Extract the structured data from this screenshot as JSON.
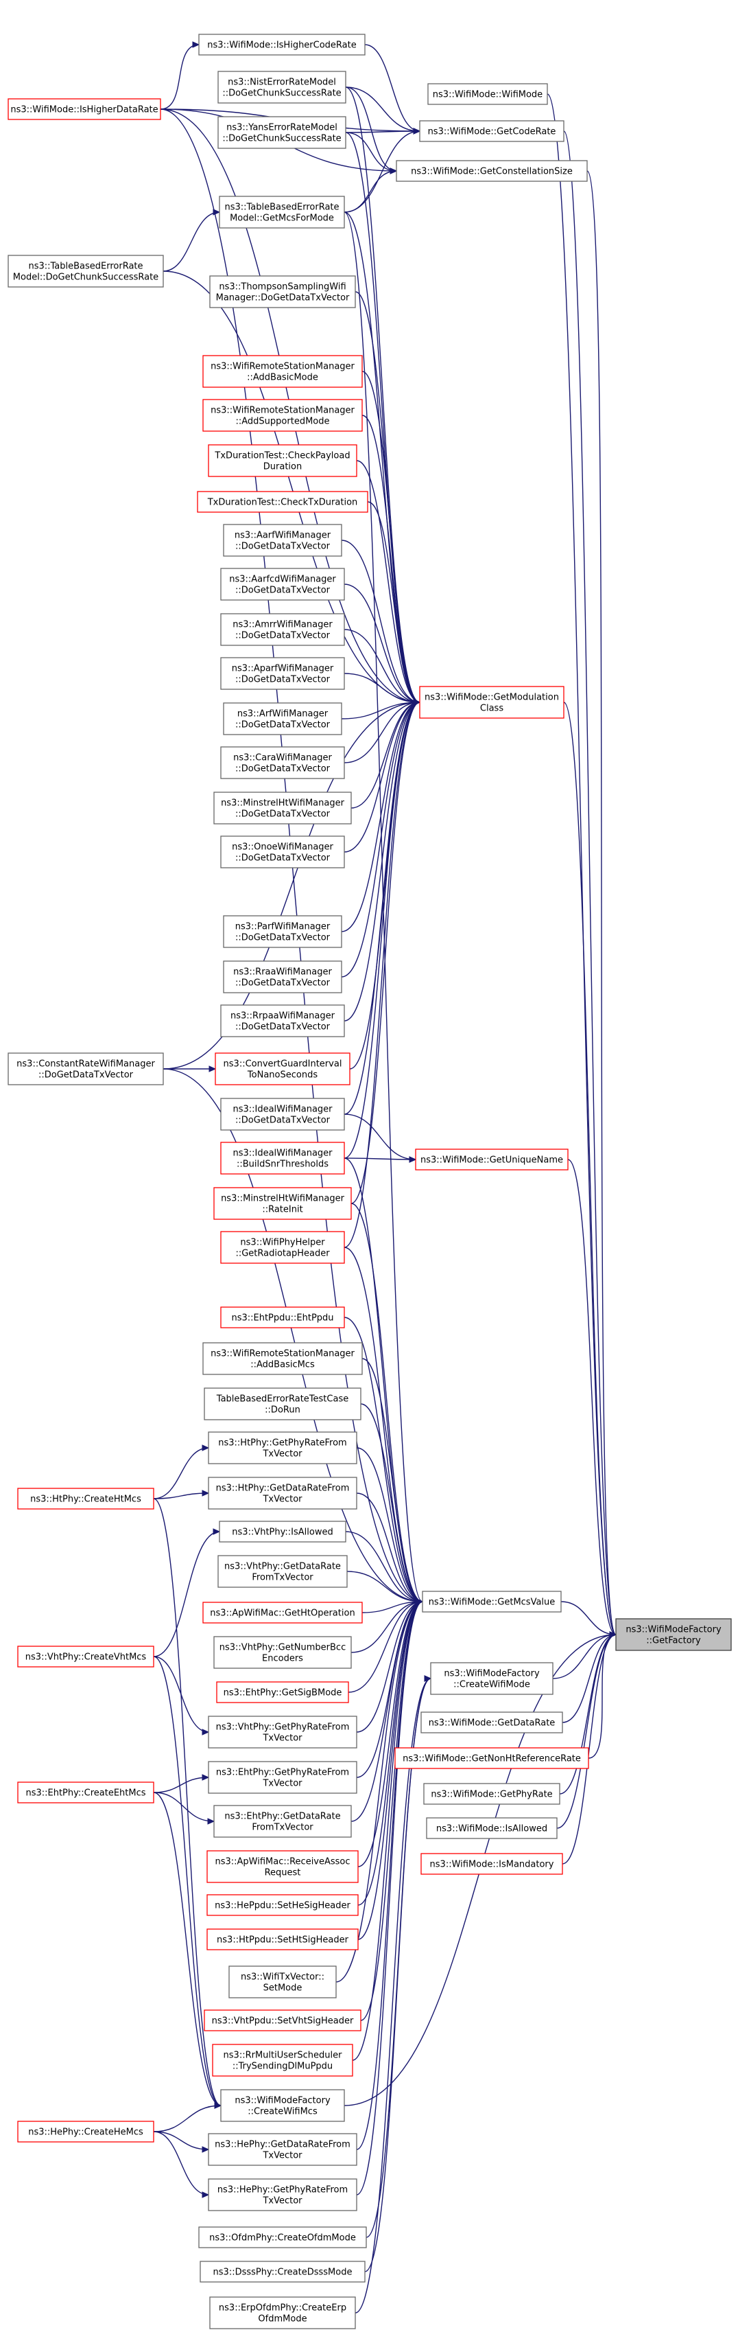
{
  "diagram": {
    "title": "",
    "nodes": [
      {
        "id": "isHigherDataRate",
        "lines": [
          "ns3::WifiMode::IsHigherDataRate"
        ],
        "border": "red"
      },
      {
        "id": "isHigherCodeRate",
        "lines": [
          "ns3::WifiMode::IsHigherCodeRate"
        ],
        "border": "black"
      },
      {
        "id": "nistDoGetChunk",
        "lines": [
          "ns3::NistErrorRateModel",
          "::DoGetChunkSuccessRate"
        ],
        "border": "black"
      },
      {
        "id": "yansDoGetChunk",
        "lines": [
          "ns3::YansErrorRateModel",
          "::DoGetChunkSuccessRate"
        ],
        "border": "black"
      },
      {
        "id": "tableGetMcsForMode",
        "lines": [
          "ns3::TableBasedErrorRate",
          "Model::GetMcsForMode"
        ],
        "border": "black"
      },
      {
        "id": "tableDoGetChunk",
        "lines": [
          "ns3::TableBasedErrorRate",
          "Model::DoGetChunkSuccessRate"
        ],
        "border": "black"
      },
      {
        "id": "thompsonDoGetData",
        "lines": [
          "ns3::ThompsonSamplingWifi",
          "Manager::DoGetDataTxVector"
        ],
        "border": "black"
      },
      {
        "id": "addBasicMode",
        "lines": [
          "ns3::WifiRemoteStationManager",
          "::AddBasicMode"
        ],
        "border": "red"
      },
      {
        "id": "addSupportedMode",
        "lines": [
          "ns3::WifiRemoteStationManager",
          "::AddSupportedMode"
        ],
        "border": "red"
      },
      {
        "id": "checkPayloadDuration",
        "lines": [
          "TxDurationTest::CheckPayload",
          "Duration"
        ],
        "border": "red"
      },
      {
        "id": "checkTxDuration",
        "lines": [
          "TxDurationTest::CheckTxDuration"
        ],
        "border": "red"
      },
      {
        "id": "aarf",
        "lines": [
          "ns3::AarfWifiManager",
          "::DoGetDataTxVector"
        ],
        "border": "black"
      },
      {
        "id": "aarfcd",
        "lines": [
          "ns3::AarfcdWifiManager",
          "::DoGetDataTxVector"
        ],
        "border": "black"
      },
      {
        "id": "amrr",
        "lines": [
          "ns3::AmrrWifiManager",
          "::DoGetDataTxVector"
        ],
        "border": "black"
      },
      {
        "id": "aparf",
        "lines": [
          "ns3::AparfWifiManager",
          "::DoGetDataTxVector"
        ],
        "border": "black"
      },
      {
        "id": "arf",
        "lines": [
          "ns3::ArfWifiManager",
          "::DoGetDataTxVector"
        ],
        "border": "black"
      },
      {
        "id": "cara",
        "lines": [
          "ns3::CaraWifiManager",
          "::DoGetDataTxVector"
        ],
        "border": "black"
      },
      {
        "id": "minstrelHt",
        "lines": [
          "ns3::MinstrelHtWifiManager",
          "::DoGetDataTxVector"
        ],
        "border": "black"
      },
      {
        "id": "onoe",
        "lines": [
          "ns3::OnoeWifiManager",
          "::DoGetDataTxVector"
        ],
        "border": "black"
      },
      {
        "id": "parf",
        "lines": [
          "ns3::ParfWifiManager",
          "::DoGetDataTxVector"
        ],
        "border": "black"
      },
      {
        "id": "rraa",
        "lines": [
          "ns3::RraaWifiManager",
          "::DoGetDataTxVector"
        ],
        "border": "black"
      },
      {
        "id": "rrpaa",
        "lines": [
          "ns3::RrpaaWifiManager",
          "::DoGetDataTxVector"
        ],
        "border": "black"
      },
      {
        "id": "constantRate",
        "lines": [
          "ns3::ConstantRateWifiManager",
          "::DoGetDataTxVector"
        ],
        "border": "black"
      },
      {
        "id": "convertGuard",
        "lines": [
          "ns3::ConvertGuardInterval",
          "ToNanoSeconds"
        ],
        "border": "red"
      },
      {
        "id": "idealDoGetData",
        "lines": [
          "ns3::IdealWifiManager",
          "::DoGetDataTxVector"
        ],
        "border": "black"
      },
      {
        "id": "idealBuildSnr",
        "lines": [
          "ns3::IdealWifiManager",
          "::BuildSnrThresholds"
        ],
        "border": "red"
      },
      {
        "id": "minstrelHtRateInit",
        "lines": [
          "ns3::MinstrelHtWifiManager",
          "::RateInit"
        ],
        "border": "red"
      },
      {
        "id": "radiotap",
        "lines": [
          "ns3::WifiPhyHelper",
          "::GetRadiotapHeader"
        ],
        "border": "red"
      },
      {
        "id": "ehtPpdu",
        "lines": [
          "ns3::EhtPpdu::EhtPpdu"
        ],
        "border": "red"
      },
      {
        "id": "addBasicMcs",
        "lines": [
          "ns3::WifiRemoteStationManager",
          "::AddBasicMcs"
        ],
        "border": "black"
      },
      {
        "id": "tableTestDoRun",
        "lines": [
          "TableBasedErrorRateTestCase",
          "::DoRun"
        ],
        "border": "black"
      },
      {
        "id": "htGetPhyRate",
        "lines": [
          "ns3::HtPhy::GetPhyRateFrom",
          "TxVector"
        ],
        "border": "black"
      },
      {
        "id": "htGetDataRate",
        "lines": [
          "ns3::HtPhy::GetDataRateFrom",
          "TxVector"
        ],
        "border": "black"
      },
      {
        "id": "htCreateHtMcs",
        "lines": [
          "ns3::HtPhy::CreateHtMcs"
        ],
        "border": "red"
      },
      {
        "id": "vhtIsAllowed",
        "lines": [
          "ns3::VhtPhy::IsAllowed"
        ],
        "border": "black"
      },
      {
        "id": "vhtGetDataRate",
        "lines": [
          "ns3::VhtPhy::GetDataRate",
          "FromTxVector"
        ],
        "border": "black"
      },
      {
        "id": "apGetHtOp",
        "lines": [
          "ns3::ApWifiMac::GetHtOperation"
        ],
        "border": "red"
      },
      {
        "id": "vhtGetNumberBcc",
        "lines": [
          "ns3::VhtPhy::GetNumberBcc",
          "Encoders"
        ],
        "border": "black"
      },
      {
        "id": "vhtCreateVhtMcs",
        "lines": [
          "ns3::VhtPhy::CreateVhtMcs"
        ],
        "border": "red"
      },
      {
        "id": "ehtGetSigBMode",
        "lines": [
          "ns3::EhtPhy::GetSigBMode"
        ],
        "border": "red"
      },
      {
        "id": "vhtGetPhyRate",
        "lines": [
          "ns3::VhtPhy::GetPhyRateFrom",
          "TxVector"
        ],
        "border": "black"
      },
      {
        "id": "ehtGetPhyRate",
        "lines": [
          "ns3::EhtPhy::GetPhyRateFrom",
          "TxVector"
        ],
        "border": "black"
      },
      {
        "id": "ehtCreateEhtMcs",
        "lines": [
          "ns3::EhtPhy::CreateEhtMcs"
        ],
        "border": "red"
      },
      {
        "id": "ehtGetDataRate",
        "lines": [
          "ns3::EhtPhy::GetDataRate",
          "FromTxVector"
        ],
        "border": "black"
      },
      {
        "id": "apReceiveAssoc",
        "lines": [
          "ns3::ApWifiMac::ReceiveAssoc",
          "Request"
        ],
        "border": "red"
      },
      {
        "id": "heSetHeSig",
        "lines": [
          "ns3::HePpdu::SetHeSigHeader"
        ],
        "border": "red"
      },
      {
        "id": "htSetHtSig",
        "lines": [
          "ns3::HtPpdu::SetHtSigHeader"
        ],
        "border": "red"
      },
      {
        "id": "txVectorSetMode",
        "lines": [
          "ns3::WifiTxVector::",
          "SetMode"
        ],
        "border": "black"
      },
      {
        "id": "vhtSetVhtSig",
        "lines": [
          "ns3::VhtPpdu::SetVhtSigHeader"
        ],
        "border": "red"
      },
      {
        "id": "rrTrySending",
        "lines": [
          "ns3::RrMultiUserScheduler",
          "::TrySendingDlMuPpdu"
        ],
        "border": "red"
      },
      {
        "id": "createWifiMcs",
        "lines": [
          "ns3::WifiModeFactory",
          "::CreateWifiMcs"
        ],
        "border": "black"
      },
      {
        "id": "heCreateHeMcs",
        "lines": [
          "ns3::HePhy::CreateHeMcs"
        ],
        "border": "red"
      },
      {
        "id": "heGetDataRate",
        "lines": [
          "ns3::HePhy::GetDataRateFrom",
          "TxVector"
        ],
        "border": "black"
      },
      {
        "id": "heGetPhyRate",
        "lines": [
          "ns3::HePhy::GetPhyRateFrom",
          "TxVector"
        ],
        "border": "black"
      },
      {
        "id": "ofdmCreateOfdmMode",
        "lines": [
          "ns3::OfdmPhy::CreateOfdmMode"
        ],
        "border": "black"
      },
      {
        "id": "dsssCreateDsssMode",
        "lines": [
          "ns3::DsssPhy::CreateDsssMode"
        ],
        "border": "black"
      },
      {
        "id": "erpCreateErpOfdm",
        "lines": [
          "ns3::ErpOfdmPhy::CreateErp",
          "OfdmMode"
        ],
        "border": "black"
      },
      {
        "id": "wifiModeWifiMode",
        "lines": [
          "ns3::WifiMode::WifiMode"
        ],
        "border": "black"
      },
      {
        "id": "getCodeRate",
        "lines": [
          "ns3::WifiMode::GetCodeRate"
        ],
        "border": "black"
      },
      {
        "id": "getConstellationSize",
        "lines": [
          "ns3::WifiMode::GetConstellationSize"
        ],
        "border": "black"
      },
      {
        "id": "getModulationClass",
        "lines": [
          "ns3::WifiMode::GetModulation",
          "Class"
        ],
        "border": "red"
      },
      {
        "id": "getUniqueName",
        "lines": [
          "ns3::WifiMode::GetUniqueName"
        ],
        "border": "red"
      },
      {
        "id": "getMcsValue",
        "lines": [
          "ns3::WifiMode::GetMcsValue"
        ],
        "border": "black"
      },
      {
        "id": "createWifiMode",
        "lines": [
          "ns3::WifiModeFactory",
          "::CreateWifiMode"
        ],
        "border": "black"
      },
      {
        "id": "getDataRate",
        "lines": [
          "ns3::WifiMode::GetDataRate"
        ],
        "border": "black"
      },
      {
        "id": "getNonHtRef",
        "lines": [
          "ns3::WifiMode::GetNonHtReferenceRate"
        ],
        "border": "red"
      },
      {
        "id": "getPhyRate",
        "lines": [
          "ns3::WifiMode::GetPhyRate"
        ],
        "border": "black"
      },
      {
        "id": "isAllowed",
        "lines": [
          "ns3::WifiMode::IsAllowed"
        ],
        "border": "black"
      },
      {
        "id": "isMandatory",
        "lines": [
          "ns3::WifiMode::IsMandatory"
        ],
        "border": "red"
      },
      {
        "id": "getFactory",
        "lines": [
          "ns3::WifiModeFactory",
          "::GetFactory"
        ],
        "border": "focus"
      }
    ],
    "edges": [
      [
        "isHigherDataRate",
        "isHigherCodeRate"
      ],
      [
        "isHigherDataRate",
        "getCodeRate"
      ],
      [
        "isHigherDataRate",
        "getConstellationSize"
      ],
      [
        "isHigherDataRate",
        "getModulationClass"
      ],
      [
        "isHigherDataRate",
        "getMcsValue"
      ],
      [
        "isHigherCodeRate",
        "getCodeRate"
      ],
      [
        "nistDoGetChunk",
        "getCodeRate"
      ],
      [
        "nistDoGetChunk",
        "getConstellationSize"
      ],
      [
        "nistDoGetChunk",
        "getModulationClass"
      ],
      [
        "yansDoGetChunk",
        "getCodeRate"
      ],
      [
        "yansDoGetChunk",
        "getConstellationSize"
      ],
      [
        "yansDoGetChunk",
        "getModulationClass"
      ],
      [
        "tableGetMcsForMode",
        "getCodeRate"
      ],
      [
        "tableGetMcsForMode",
        "getConstellationSize"
      ],
      [
        "tableGetMcsForMode",
        "getModulationClass"
      ],
      [
        "tableGetMcsForMode",
        "getMcsValue"
      ],
      [
        "tableDoGetChunk",
        "tableGetMcsForMode"
      ],
      [
        "tableDoGetChunk",
        "getModulationClass"
      ],
      [
        "thompsonDoGetData",
        "getModulationClass"
      ],
      [
        "addBasicMode",
        "getModulationClass"
      ],
      [
        "addSupportedMode",
        "getModulationClass"
      ],
      [
        "checkPayloadDuration",
        "getModulationClass"
      ],
      [
        "checkTxDuration",
        "getModulationClass"
      ],
      [
        "aarf",
        "getModulationClass"
      ],
      [
        "aarfcd",
        "getModulationClass"
      ],
      [
        "amrr",
        "getModulationClass"
      ],
      [
        "aparf",
        "getModulationClass"
      ],
      [
        "arf",
        "getModulationClass"
      ],
      [
        "cara",
        "getModulationClass"
      ],
      [
        "minstrelHt",
        "getModulationClass"
      ],
      [
        "onoe",
        "getModulationClass"
      ],
      [
        "parf",
        "getModulationClass"
      ],
      [
        "rraa",
        "getModulationClass"
      ],
      [
        "rrpaa",
        "getModulationClass"
      ],
      [
        "constantRate",
        "convertGuard"
      ],
      [
        "constantRate",
        "getModulationClass"
      ],
      [
        "constantRate",
        "getMcsValue"
      ],
      [
        "convertGuard",
        "getModulationClass"
      ],
      [
        "idealDoGetData",
        "getModulationClass"
      ],
      [
        "idealDoGetData",
        "getUniqueName"
      ],
      [
        "idealBuildSnr",
        "getModulationClass"
      ],
      [
        "idealBuildSnr",
        "getUniqueName"
      ],
      [
        "idealBuildSnr",
        "getMcsValue"
      ],
      [
        "minstrelHtRateInit",
        "getModulationClass"
      ],
      [
        "minstrelHtRateInit",
        "getMcsValue"
      ],
      [
        "radiotap",
        "getModulationClass"
      ],
      [
        "radiotap",
        "getMcsValue"
      ],
      [
        "ehtPpdu",
        "getMcsValue"
      ],
      [
        "addBasicMcs",
        "getMcsValue"
      ],
      [
        "tableTestDoRun",
        "getMcsValue"
      ],
      [
        "htGetPhyRate",
        "getMcsValue"
      ],
      [
        "htGetDataRate",
        "getMcsValue"
      ],
      [
        "htCreateHtMcs",
        "htGetPhyRate"
      ],
      [
        "htCreateHtMcs",
        "htGetDataRate"
      ],
      [
        "htCreateHtMcs",
        "createWifiMcs"
      ],
      [
        "vhtIsAllowed",
        "getMcsValue"
      ],
      [
        "vhtGetDataRate",
        "getMcsValue"
      ],
      [
        "apGetHtOp",
        "getMcsValue"
      ],
      [
        "vhtGetNumberBcc",
        "getMcsValue"
      ],
      [
        "vhtCreateVhtMcs",
        "vhtIsAllowed"
      ],
      [
        "vhtCreateVhtMcs",
        "vhtGetPhyRate"
      ],
      [
        "vhtCreateVhtMcs",
        "createWifiMcs"
      ],
      [
        "ehtGetSigBMode",
        "getMcsValue"
      ],
      [
        "vhtGetPhyRate",
        "getMcsValue"
      ],
      [
        "ehtGetPhyRate",
        "getMcsValue"
      ],
      [
        "ehtCreateEhtMcs",
        "ehtGetPhyRate"
      ],
      [
        "ehtCreateEhtMcs",
        "ehtGetDataRate"
      ],
      [
        "ehtCreateEhtMcs",
        "createWifiMcs"
      ],
      [
        "ehtGetDataRate",
        "getMcsValue"
      ],
      [
        "apReceiveAssoc",
        "getMcsValue"
      ],
      [
        "heSetHeSig",
        "getMcsValue"
      ],
      [
        "htSetHtSig",
        "getMcsValue"
      ],
      [
        "txVectorSetMode",
        "getMcsValue"
      ],
      [
        "vhtSetVhtSig",
        "getMcsValue"
      ],
      [
        "rrTrySending",
        "getMcsValue"
      ],
      [
        "createWifiMcs",
        "getFactory"
      ],
      [
        "heCreateHeMcs",
        "createWifiMcs"
      ],
      [
        "heCreateHeMcs",
        "heGetDataRate"
      ],
      [
        "heCreateHeMcs",
        "heGetPhyRate"
      ],
      [
        "heGetDataRate",
        "getMcsValue"
      ],
      [
        "heGetPhyRate",
        "getMcsValue"
      ],
      [
        "ofdmCreateOfdmMode",
        "createWifiMode"
      ],
      [
        "dsssCreateDsssMode",
        "createWifiMode"
      ],
      [
        "erpCreateErpOfdm",
        "createWifiMode"
      ],
      [
        "wifiModeWifiMode",
        "getFactory"
      ],
      [
        "getCodeRate",
        "getFactory"
      ],
      [
        "getConstellationSize",
        "getFactory"
      ],
      [
        "getModulationClass",
        "getFactory"
      ],
      [
        "getUniqueName",
        "getFactory"
      ],
      [
        "getMcsValue",
        "getFactory"
      ],
      [
        "createWifiMode",
        "getFactory"
      ],
      [
        "getDataRate",
        "getFactory"
      ],
      [
        "getNonHtRef",
        "getFactory"
      ],
      [
        "getPhyRate",
        "getFactory"
      ],
      [
        "isAllowed",
        "getFactory"
      ],
      [
        "isMandatory",
        "getFactory"
      ]
    ]
  }
}
